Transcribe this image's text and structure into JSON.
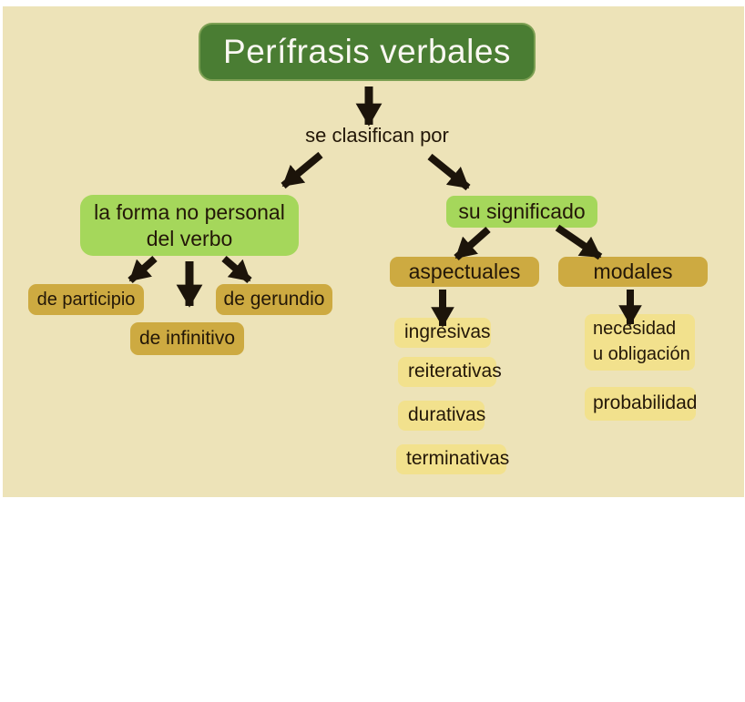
{
  "colors": {
    "page_background": "#ffffff",
    "diagram_background": "#ede3b8",
    "root_box": "#4a7d33",
    "root_text": "#faf8f2",
    "branch_box": "#a5d75b",
    "category_box": "#cdaa41",
    "leaf_box": "#f2e18d",
    "text": "#231708",
    "arrow": "#1c140a"
  },
  "diagram": {
    "title": "Perífrasis verbales",
    "classifier_label": "se clasifican por",
    "left_branch": {
      "node": "la forma no personal\ndel verbo",
      "children": {
        "participio": "de participio",
        "infinitivo": "de infinitivo",
        "gerundio": "de gerundio"
      }
    },
    "right_branch": {
      "node": "su significado",
      "aspectuales": {
        "label": "aspectuales",
        "items": [
          "ingresivas",
          "reiterativas",
          "durativas",
          "terminativas"
        ]
      },
      "modales": {
        "label": "modales",
        "items": [
          "necesidad\nu obligación",
          "probabilidad"
        ]
      }
    }
  }
}
